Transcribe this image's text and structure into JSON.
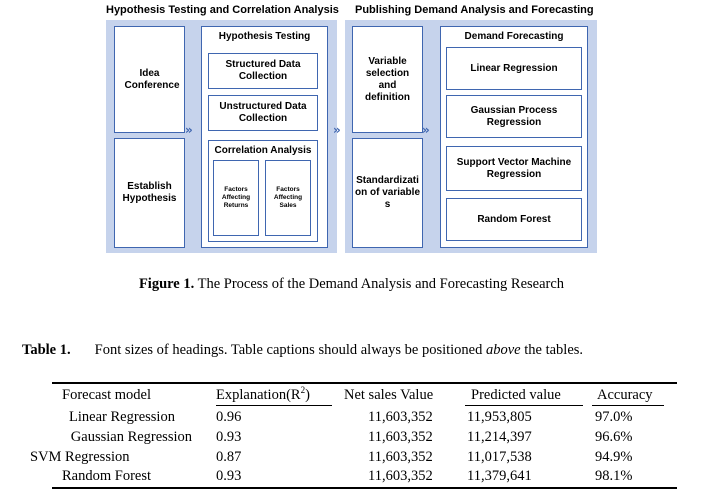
{
  "figure": {
    "left_heading": "Hypothesis Testing and Correlation Analysis",
    "right_heading": "Publishing Demand Analysis and Forecasting",
    "idea_conference": "Idea Conference",
    "establish_hypothesis": "Establish Hypothesis",
    "hypothesis_testing": "Hypothesis Testing",
    "structured_data": "Structured Data Collection",
    "unstructured_data": "Unstructured Data Collection",
    "correlation_analysis": "Correlation Analysis",
    "factors_returns": "Factors Affecting Returns",
    "factors_sales": "Factors Affecting Sales",
    "variable_selection": "Variable selection and definition",
    "standardization": "Standardization of variables",
    "demand_forecasting": "Demand Forecasting",
    "models": [
      "Linear Regression",
      "Gaussian Process Regression",
      "Support Vector Machine Regression",
      "Random Forest"
    ],
    "accent_color": "#3f66b0",
    "panel_color": "#c6d3ec"
  },
  "figure_caption": {
    "label": "Figure 1.",
    "text": " The Process of the Demand Analysis and Forecasting Research"
  },
  "table_caption": {
    "label": "Table 1.",
    "text_before": "Font sizes of headings. Table captions should always be positioned ",
    "emphasis": "above",
    "text_after": " the tables."
  },
  "table": {
    "headers": [
      "Forecast model",
      "Explanation(R",
      "2",
      ")",
      "Net sales Value",
      "Predicted value",
      "Accuracy"
    ],
    "rows": [
      [
        "Linear Regression",
        "0.96",
        "11,603,352",
        "11,953,805",
        "97.0%"
      ],
      [
        "Gaussian Regression",
        "0.93",
        "11,603,352",
        "11,214,397",
        "96.6%"
      ],
      [
        "SVM Regression",
        "0.87",
        "11,603,352",
        "11,017,538",
        "94.9%"
      ],
      [
        "Random Forest",
        "0.93",
        "11,603,352",
        "11,379,641",
        "98.1%"
      ]
    ]
  }
}
